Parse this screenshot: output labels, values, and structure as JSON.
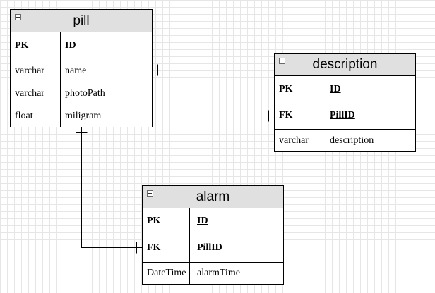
{
  "entities": {
    "pill": {
      "title": "pill",
      "rows": [
        {
          "type": "PK",
          "name": "ID"
        },
        {
          "type": "varchar",
          "name": "name"
        },
        {
          "type": "varchar",
          "name": "photoPath"
        },
        {
          "type": "float",
          "name": "miligram"
        }
      ]
    },
    "description": {
      "title": "description",
      "rows": [
        {
          "type": "PK",
          "name": "ID"
        },
        {
          "type": "FK",
          "name": "PillID"
        },
        {
          "type": "varchar",
          "name": "description"
        }
      ]
    },
    "alarm": {
      "title": "alarm",
      "rows": [
        {
          "type": "PK",
          "name": "ID"
        },
        {
          "type": "FK",
          "name": "PillID"
        },
        {
          "type": "DateTime",
          "name": "alarmTime"
        }
      ]
    }
  },
  "relationships": [
    {
      "from": "pill",
      "to": "description",
      "key": "PillID"
    },
    {
      "from": "pill",
      "to": "alarm",
      "key": "PillID"
    }
  ],
  "colors": {
    "header_fill": "#e0e0e0",
    "border": "#000000",
    "grid": "#e6e6e6",
    "background": "#ffffff"
  }
}
